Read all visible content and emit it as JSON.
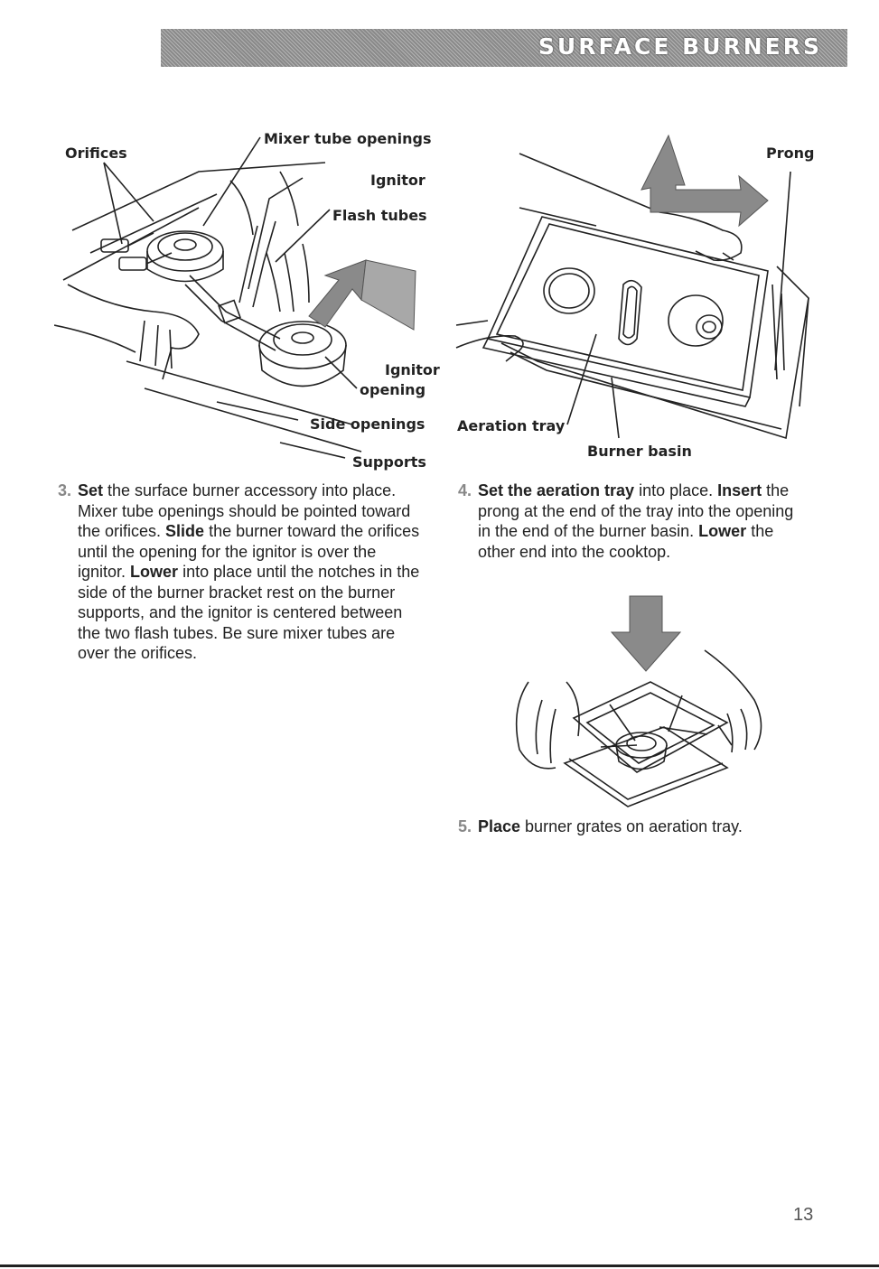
{
  "header": {
    "title": "SURFACE BURNERS"
  },
  "figure_left": {
    "callouts": {
      "mixer": "Mixer tube openings",
      "orifices": "Orifices",
      "ignitor": "Ignitor",
      "flash": "Flash tubes",
      "ignitor_opening_1": "Ignitor",
      "ignitor_opening_2": "opening",
      "side": "Side openings",
      "supports": "Supports"
    }
  },
  "figure_right": {
    "callouts": {
      "prong": "Prong",
      "aeration": "Aeration tray",
      "basin": "Burner basin"
    }
  },
  "steps": {
    "s3": {
      "num": "3.",
      "a1": "Set",
      "t1": " the surface burner accessory into place. Mixer tube openings should be pointed toward the orifices. ",
      "a2": "Slide",
      "t2": " the burner toward the orifices until the opening for the ignitor is over the ignitor. ",
      "a3": "Lower",
      "t3": " into place until the notches in the side of the burner bracket rest on the burner supports, and the ignitor is centered between the two flash tubes. Be sure mixer tubes are over the orifices."
    },
    "s4": {
      "num": "4.",
      "a1": "Set the aeration tray",
      "t1": " into place. ",
      "a2": "Insert",
      "t2": " the prong at the end of the tray into the opening in the end of the burner basin. ",
      "a3": "Lower",
      "t3": " the other end into the cooktop."
    },
    "s5": {
      "num": "5.",
      "a1": "Place",
      "t1": " burner grates on aeration tray."
    }
  },
  "footer": {
    "page_number": "13"
  },
  "colors": {
    "header_band": "#8a8a8a",
    "arrow_gray": "#8a8a8a",
    "step_number": "#888888"
  }
}
